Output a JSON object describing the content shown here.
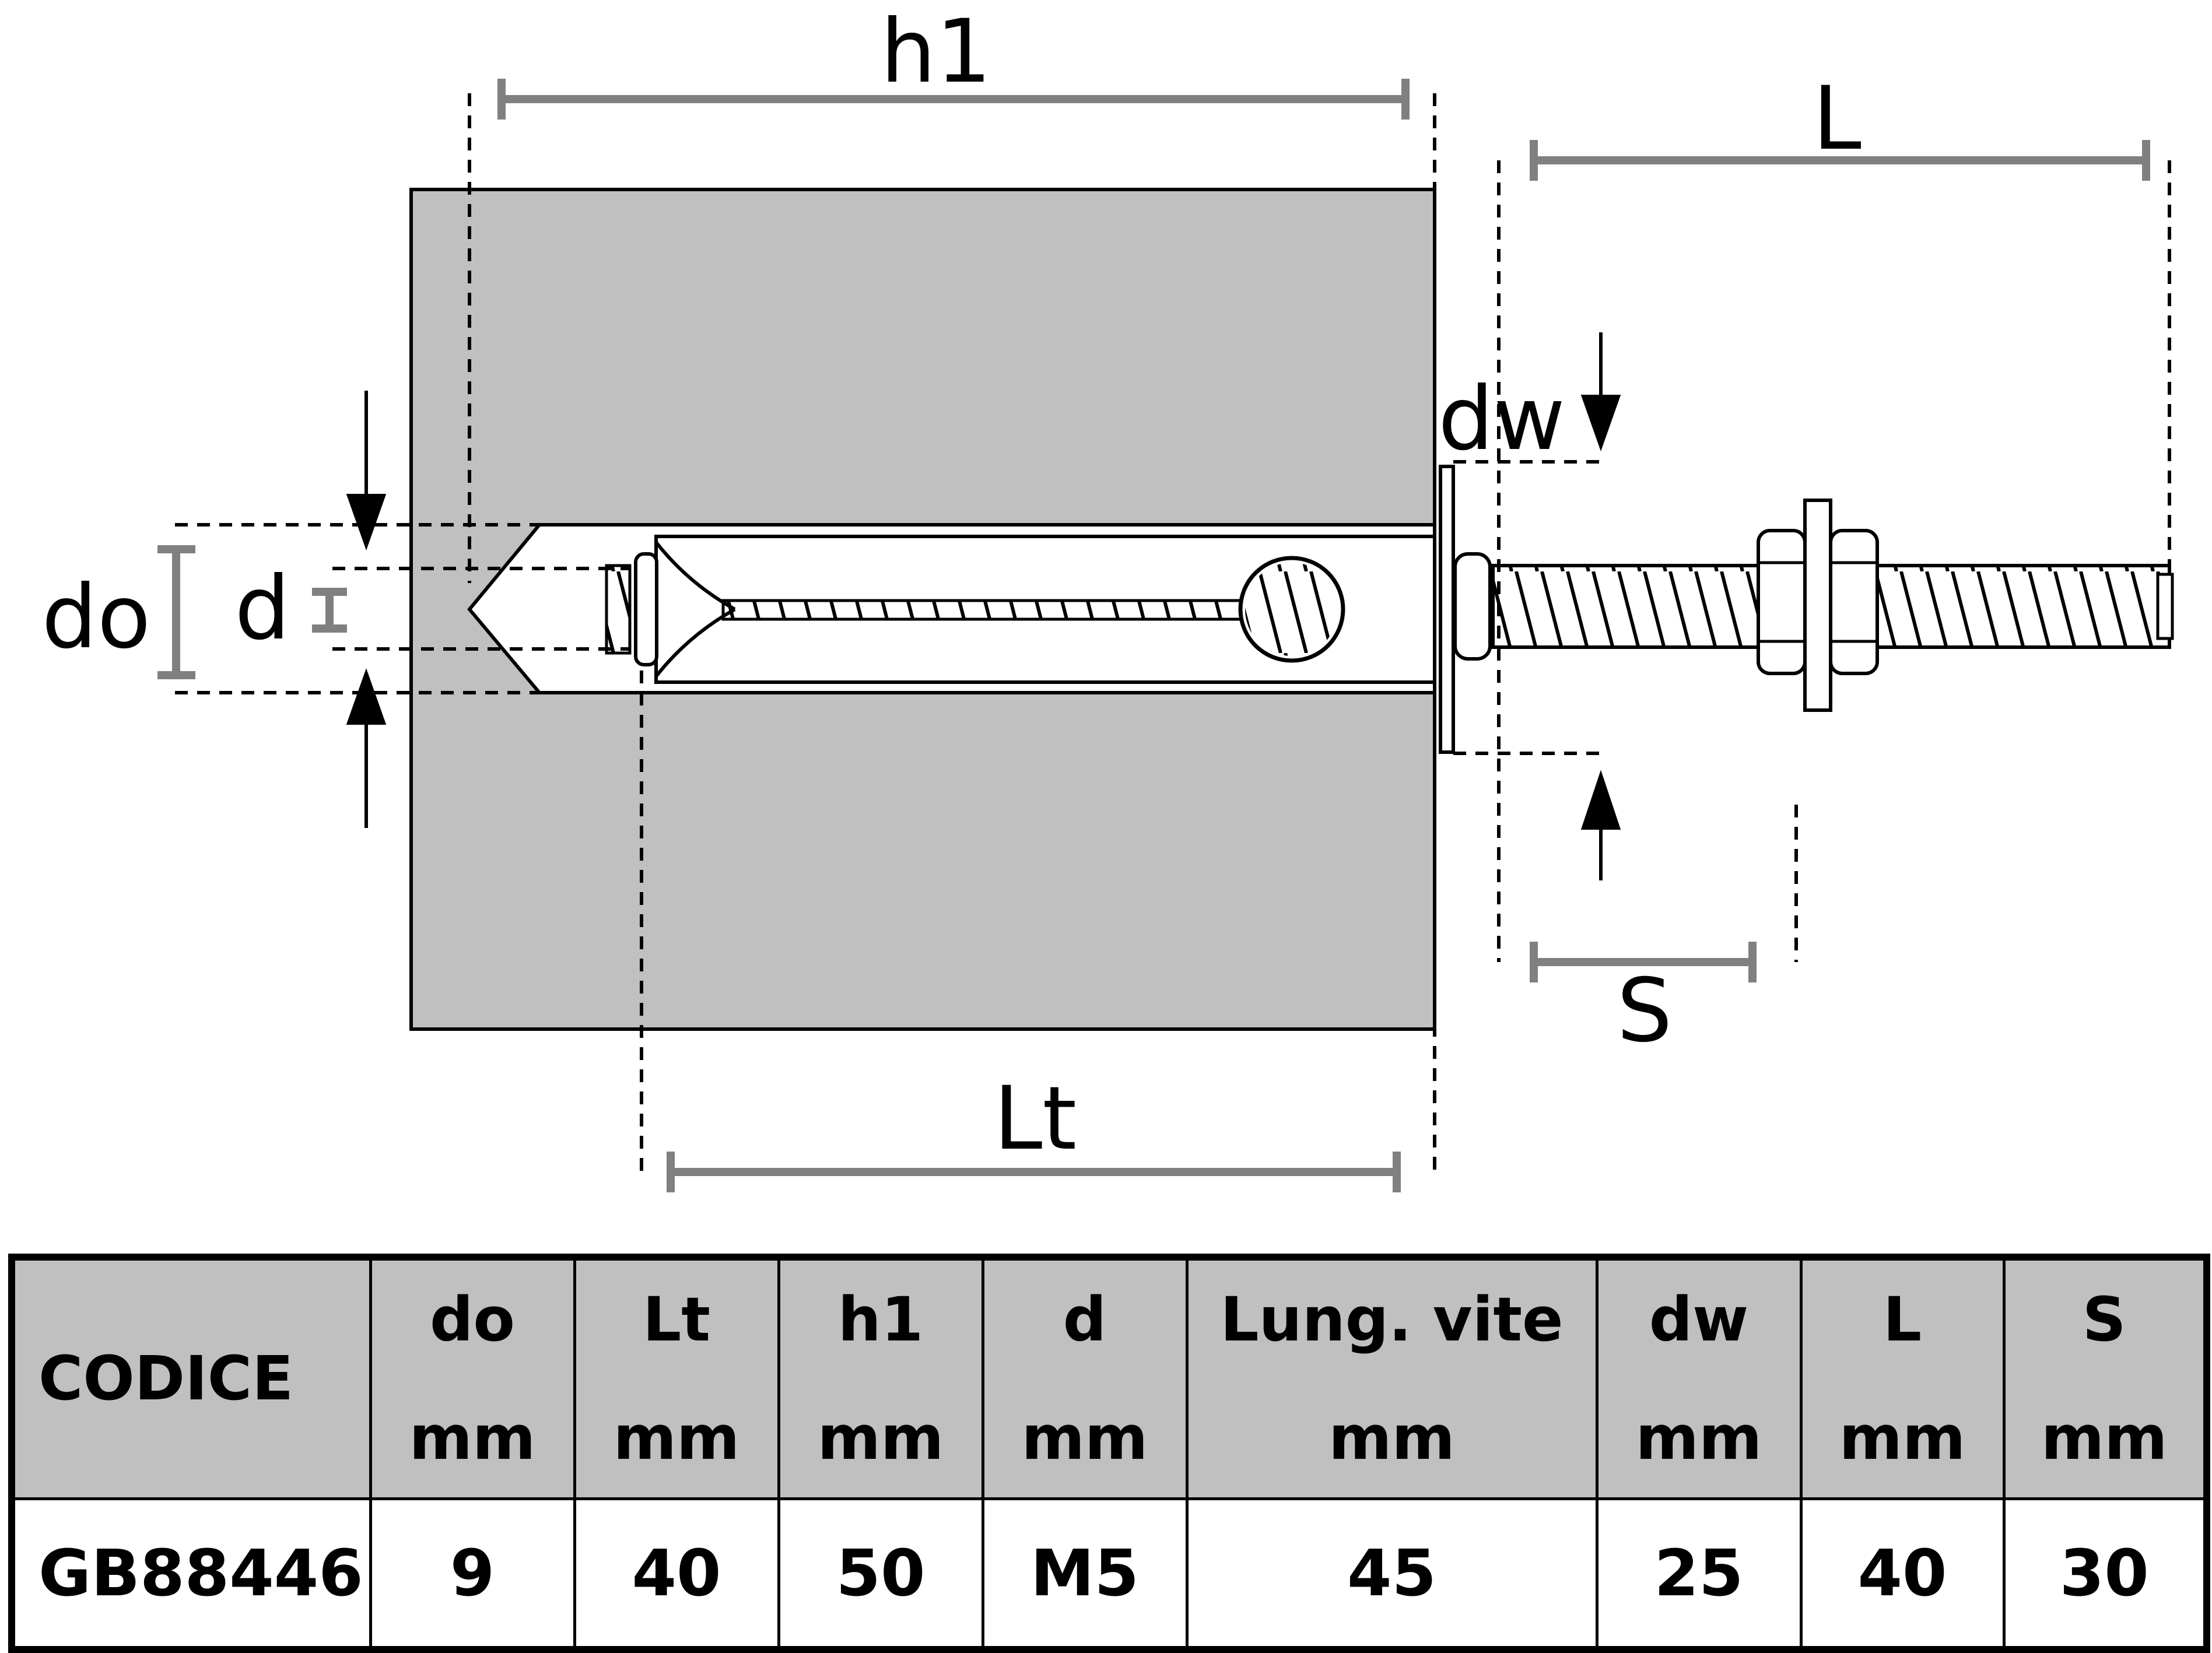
{
  "diagram": {
    "labels": {
      "h1": "h1",
      "L": "L",
      "dw": "dw",
      "do": "do",
      "d": "d",
      "S": "S",
      "Lt": "Lt"
    },
    "colors": {
      "concrete": "#c0c0c0",
      "dimension_line": "#808080",
      "outline": "#000000"
    }
  },
  "table": {
    "headers": [
      {
        "key": "codice",
        "name": "CODICE",
        "unit": ""
      },
      {
        "key": "do",
        "name": "do",
        "unit": "mm"
      },
      {
        "key": "lt",
        "name": "Lt",
        "unit": "mm"
      },
      {
        "key": "h1",
        "name": "h1",
        "unit": "mm"
      },
      {
        "key": "d",
        "name": "d",
        "unit": "mm"
      },
      {
        "key": "lung_vite",
        "name": "Lung. vite",
        "unit": "mm"
      },
      {
        "key": "dw",
        "name": "dw",
        "unit": "mm"
      },
      {
        "key": "l",
        "name": "L",
        "unit": "mm"
      },
      {
        "key": "s",
        "name": "S",
        "unit": "mm"
      }
    ],
    "rows": [
      [
        "GB88446",
        "9",
        "40",
        "50",
        "M5",
        "45",
        "25",
        "40",
        "30"
      ]
    ],
    "header_bg": "#c0c0c0"
  }
}
